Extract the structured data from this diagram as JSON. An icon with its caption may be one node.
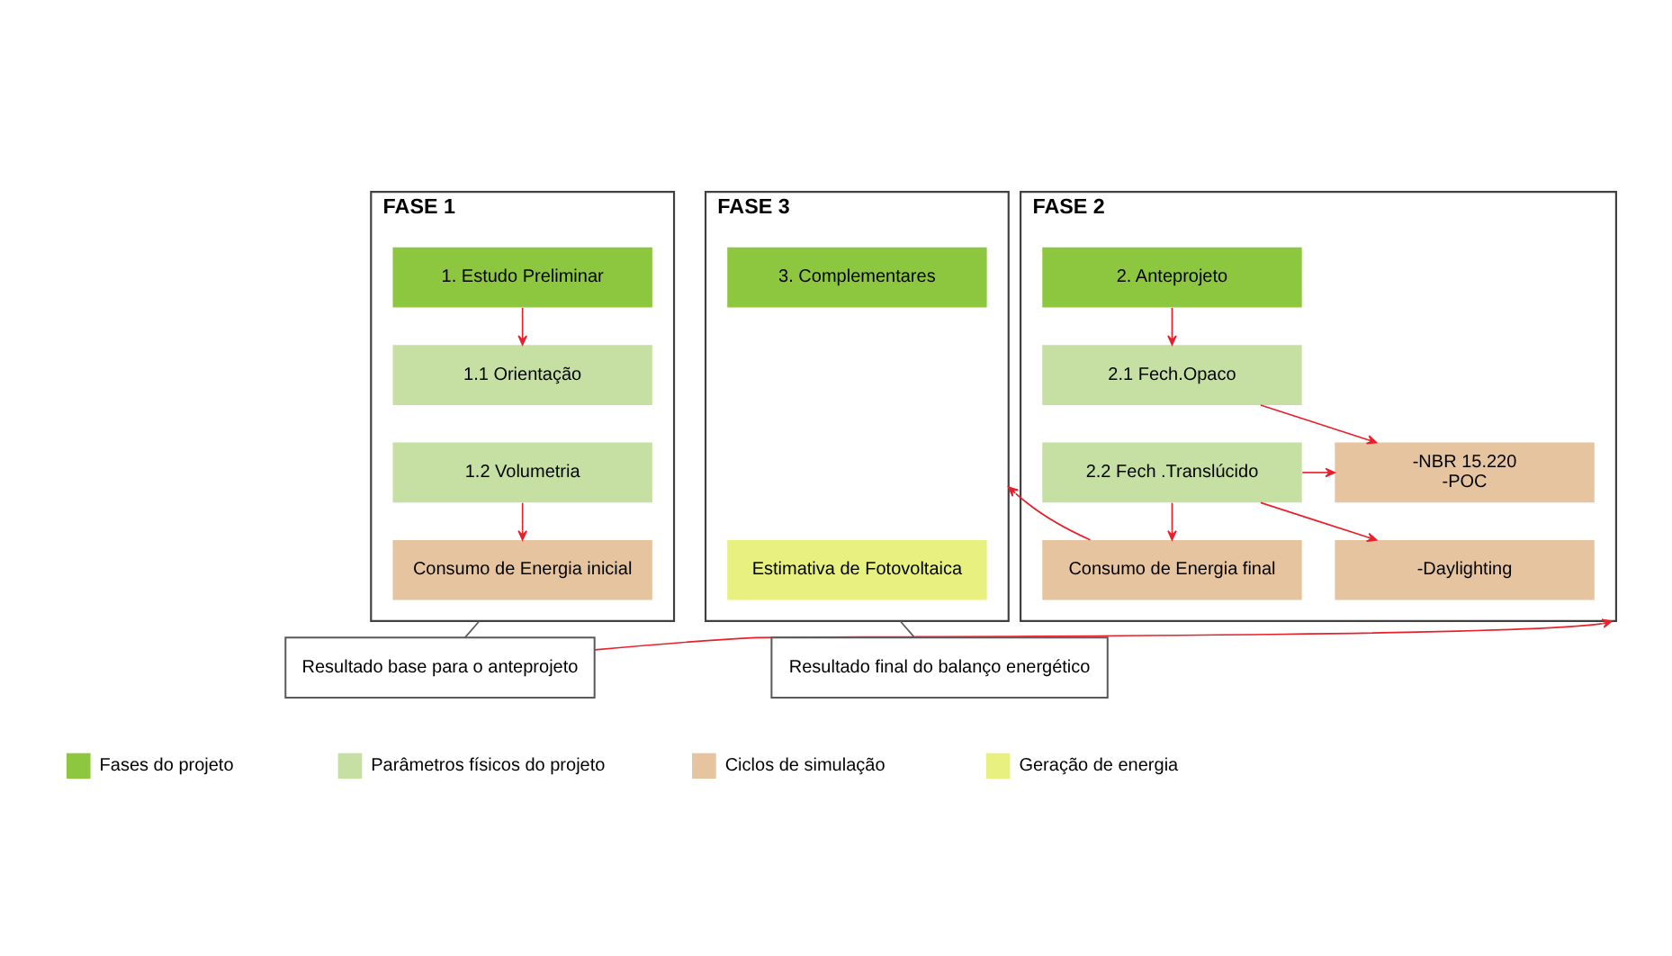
{
  "diagram": {
    "nodes": [
      {
        "text": [
          "FASE 1"
        ]
      },
      {
        "text": [
          "1. Estudo Preliminar"
        ],
        "in": 0
      },
      {
        "text": [
          "1.1 Orientação"
        ],
        "in": 0
      },
      {
        "text": [
          "1.2 Volumetria"
        ],
        "in": 0
      },
      {
        "text": [
          "Consumo de Energia inicial"
        ],
        "in": 0
      },
      {
        "text": [
          "Resultado base para o anteprojeto"
        ]
      },
      {
        "text": [
          "FASE 2"
        ]
      },
      {
        "text": [
          "2. Anteprojeto"
        ],
        "in": 6
      },
      {
        "text": [
          "2.1 Fech.Opaco"
        ],
        "in": 6
      },
      {
        "text": [
          "2.2 Fech .Translúcido"
        ],
        "in": 6
      },
      {
        "text": [
          "-NBR 15.220",
          "-POC"
        ],
        "in": 6
      },
      {
        "text": [
          "-Daylighting"
        ],
        "in": 6
      },
      {
        "text": [
          "Consumo de Energia final"
        ],
        "in": 6
      },
      {
        "text": [
          "FASE 3"
        ]
      },
      {
        "text": [
          "3. Complementares"
        ],
        "in": 13
      },
      {
        "text": [
          "Estimativa de Fotovoltaica"
        ],
        "in": 13
      },
      {
        "text": [
          "Resultado final do balanço energético"
        ]
      }
    ],
    "edges": [
      {
        "from": 1,
        "to": 2,
        "arrow": "to"
      },
      {
        "from": 3,
        "to": 4,
        "arrow": "to"
      },
      {
        "from": 0,
        "to": 5,
        "arrow": "none",
        "color": "#595959"
      },
      {
        "from": 5,
        "to": 6,
        "arrow": "to"
      },
      {
        "from": 7,
        "to": 8,
        "arrow": "to"
      },
      {
        "from": 8,
        "to": 10,
        "arrow": "to"
      },
      {
        "from": 9,
        "to": 10,
        "arrow": "to"
      },
      {
        "from": 9,
        "to": 11,
        "arrow": "to"
      },
      {
        "from": 9,
        "to": 12,
        "arrow": "to"
      },
      {
        "from": 12,
        "to": 13,
        "arrow": "to"
      },
      {
        "from": 13,
        "to": 16,
        "arrow": "none",
        "color": "#595959"
      }
    ],
    "legend": [
      {
        "text": "Fases do projeto",
        "color": "#8dc63f"
      },
      {
        "text": "Parâmetros físicos do projeto",
        "color": "#c6e0a4"
      },
      {
        "text": "Ciclos de simulação",
        "color": "#e6c49f"
      },
      {
        "text": "Geração de energia",
        "color": "#e8f07f"
      }
    ]
  }
}
